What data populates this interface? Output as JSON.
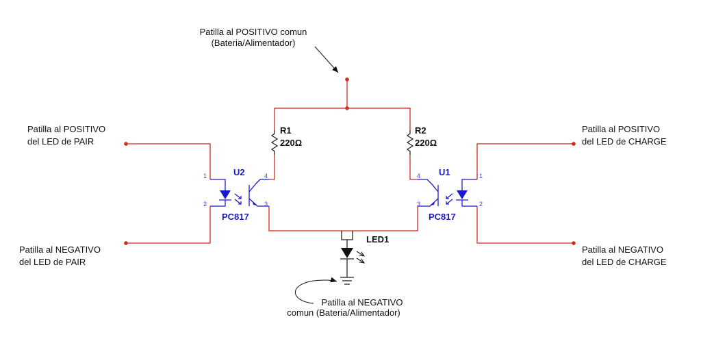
{
  "labels": {
    "positive_common_l1": "Patilla al POSITIVO comun",
    "positive_common_l2": "(Bateria/Alimentador)",
    "pair_positive_l1": "Patilla al POSITIVO",
    "pair_positive_l2": "del LED de PAIR",
    "pair_negative_l1": "Patilla al NEGATIVO",
    "pair_negative_l2": "del LED de PAIR",
    "charge_positive_l1": "Patilla al POSITIVO",
    "charge_positive_l2": "del LED de CHARGE",
    "charge_negative_l1": "Patilla al NEGATIVO",
    "charge_negative_l2": "del LED de CHARGE",
    "negative_common_l1": "Patilla al NEGATIVO",
    "negative_common_l2": "comun (Bateria/Alimentador)"
  },
  "components": {
    "r1_ref": "R1",
    "r1_value": "220Ω",
    "r2_ref": "R2",
    "r2_value": "220Ω",
    "u2_ref": "U2",
    "u2_part": "PC817",
    "u1_ref": "U1",
    "u1_part": "PC817",
    "led1_ref": "LED1"
  },
  "pins": {
    "u2_p1": "1",
    "u2_p2": "2",
    "u2_p3": "3",
    "u2_p4": "4",
    "u1_p1": "1",
    "u1_p2": "2",
    "u1_p3": "3",
    "u1_p4": "4"
  },
  "colors": {
    "wire": "#cc2a1e",
    "component": "#1a1acc",
    "text": "#111111"
  }
}
